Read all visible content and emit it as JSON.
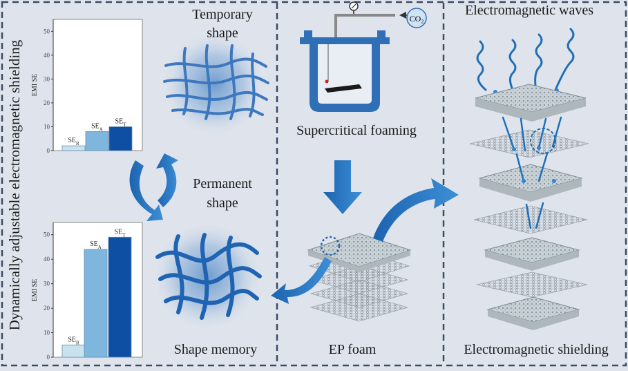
{
  "left_panel": {
    "vertical_title": "Dynamically adjustable electromagnetic shielding",
    "temporary_shape": [
      "Temporary",
      "shape"
    ],
    "permanent_shape": [
      "Permanent",
      "shape"
    ],
    "shape_memory": "Shape memory"
  },
  "middle_panel": {
    "gas_label": "CO₂",
    "process_label": "Supercritical foaming",
    "foam_label": "EP foam"
  },
  "right_panel": {
    "top_label": "Electromagnetic waves",
    "bottom_label": "Electromagnetic shielding"
  },
  "chart_data": [
    {
      "type": "bar",
      "ylabel": "EMI SE",
      "ylim": [
        0,
        55
      ],
      "yticks": [
        0,
        10,
        20,
        30,
        40,
        50
      ],
      "categories": [
        "SE_R",
        "SE_A",
        "SE_T"
      ],
      "values": [
        2,
        8,
        10
      ],
      "bar_colors": [
        "#c9e2ef",
        "#7fb6dd",
        "#0f4fa3"
      ]
    },
    {
      "type": "bar",
      "ylabel": "EMI SE",
      "ylim": [
        0,
        55
      ],
      "yticks": [
        0,
        10,
        20,
        30,
        40,
        50
      ],
      "categories": [
        "SE_R",
        "SE_A",
        "SE_T"
      ],
      "values": [
        5,
        44,
        49
      ],
      "bar_colors": [
        "#c9e2ef",
        "#7fb6dd",
        "#0f4fa3"
      ]
    }
  ],
  "colors": {
    "background": "#dfe4ec",
    "divider": "#3a4a66",
    "accent": "#1f6fb8",
    "vessel": "#2f6fb5"
  }
}
